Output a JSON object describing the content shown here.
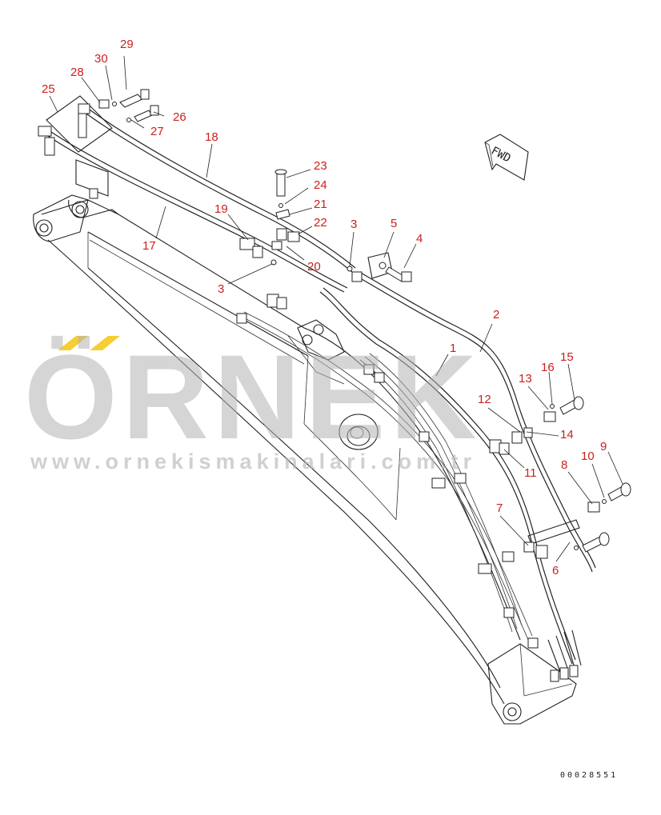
{
  "watermark": {
    "brand": "ÖRNEK",
    "url": "www.ornekismakinalari.com.tr"
  },
  "direction_marker": "FWD",
  "figure_number": "00028551",
  "callouts": [
    "1",
    "2",
    "3",
    "3",
    "4",
    "5",
    "6",
    "7",
    "8",
    "9",
    "10",
    "11",
    "12",
    "13",
    "14",
    "15",
    "16",
    "17",
    "18",
    "19",
    "20",
    "21",
    "22",
    "23",
    "24",
    "25",
    "26",
    "27",
    "28",
    "29",
    "30"
  ],
  "colors": {
    "callout": "#cc1f1f",
    "linework": "#222222",
    "watermark": "#b3b3b3",
    "watermark_accent": "#f2c200"
  },
  "icons": [
    "fwd-arrow-icon"
  ]
}
